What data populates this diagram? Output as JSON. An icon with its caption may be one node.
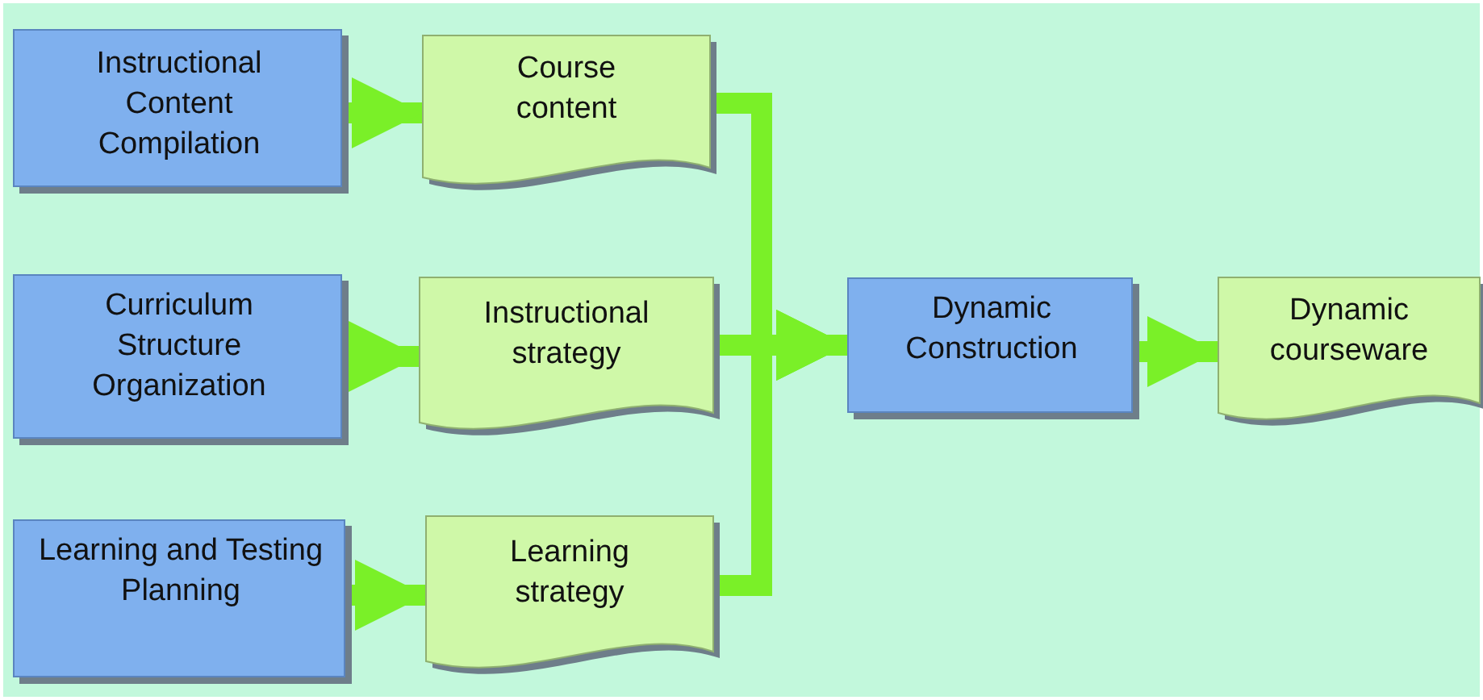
{
  "diagram": {
    "nodes": [
      {
        "text": [
          "Instructional Content Compilation"
        ]
      },
      {
        "text": [
          "Course content"
        ]
      },
      {
        "text": [
          "Curriculum Structure Organization"
        ]
      },
      {
        "text": [
          "Instructional strategy"
        ]
      },
      {
        "text": [
          "Learning and Testing Planning"
        ]
      },
      {
        "text": [
          "Learning strategy"
        ]
      },
      {
        "text": [
          "Dynamic Construction"
        ]
      },
      {
        "text": [
          "Dynamic courseware"
        ]
      }
    ],
    "edges": [
      {
        "from": 0,
        "to": 1,
        "arrow": "to"
      },
      {
        "from": 2,
        "to": 3,
        "arrow": "to"
      },
      {
        "from": 4,
        "to": 5,
        "arrow": "to"
      },
      {
        "from": 1,
        "to": 6,
        "arrow": "to"
      },
      {
        "from": 3,
        "to": 6,
        "arrow": "to"
      },
      {
        "from": 5,
        "to": 6,
        "arrow": "to"
      },
      {
        "from": 6,
        "to": 7,
        "arrow": "to"
      }
    ]
  }
}
